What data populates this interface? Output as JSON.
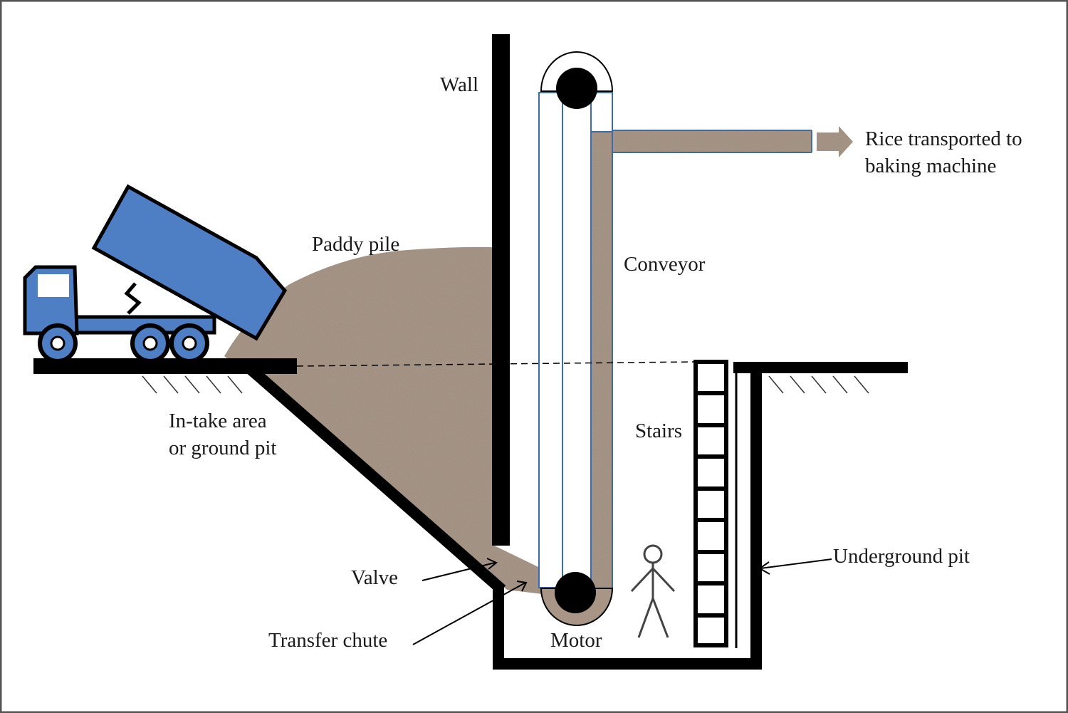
{
  "labels": {
    "wall": "Wall",
    "rice_line1": "Rice transported to",
    "rice_line2": "baking machine",
    "paddy_pile": "Paddy pile",
    "conveyor": "Conveyor",
    "intake_line1": "In-take area",
    "intake_line2": "or ground pit",
    "stairs": "Stairs",
    "underground_pit": "Underground pit",
    "valve": "Valve",
    "transfer_chute": "Transfer chute",
    "motor": "Motor"
  },
  "colors": {
    "truck_blue": "#4e7fc4",
    "outline": "#000000",
    "grain": "#a89585",
    "conveyor_outline": "#3d6aaa",
    "frame": "#555555"
  },
  "icons": [
    "dump-truck-icon",
    "person-icon",
    "arrow-right-icon"
  ]
}
